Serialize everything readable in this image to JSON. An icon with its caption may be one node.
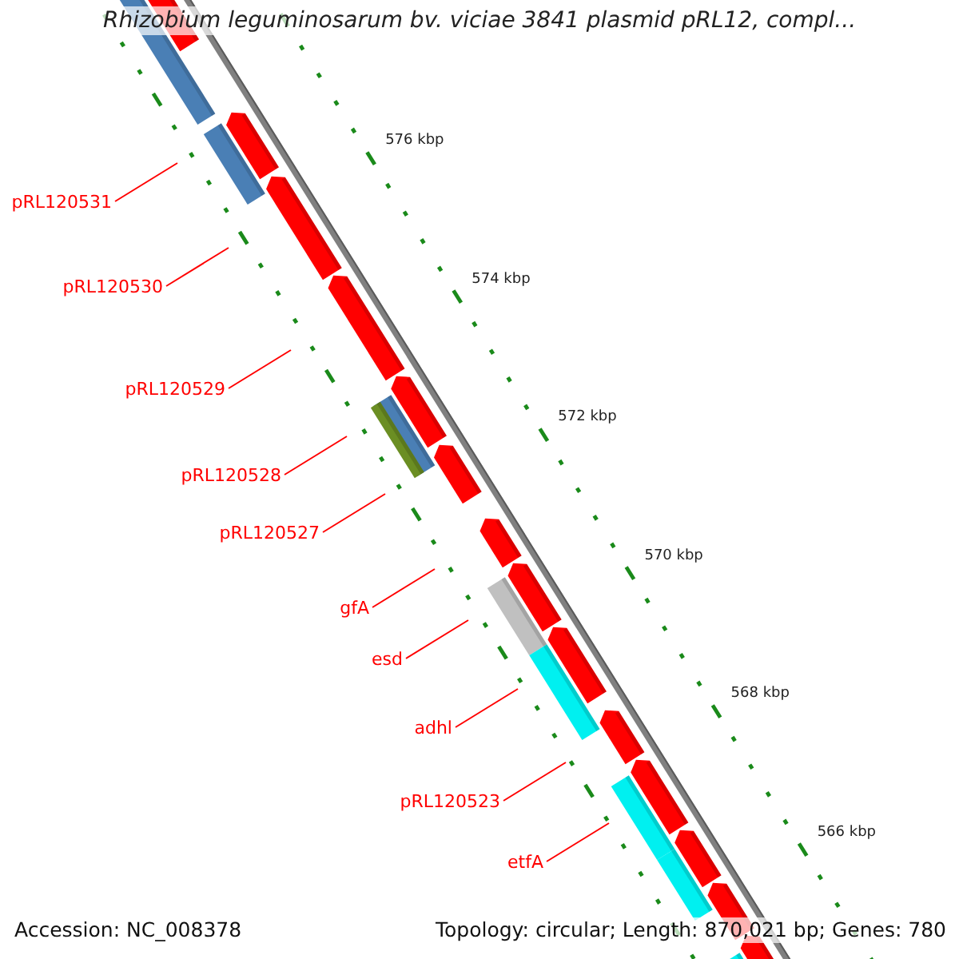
{
  "diagram": {
    "title": "Rhizobium leguminosarum bv. viciae 3841 plasmid pRL12, compl...",
    "nodes": [
      {
        "text": [
          "pRL120531"
        ]
      },
      {
        "text": [
          "pRL120530"
        ]
      },
      {
        "text": [
          "pRL120529"
        ]
      },
      {
        "text": [
          "pRL120528"
        ]
      },
      {
        "text": [
          "pRL120527"
        ]
      },
      {
        "text": [
          "gfA"
        ]
      },
      {
        "text": [
          "esd"
        ]
      },
      {
        "text": [
          "adhl"
        ]
      },
      {
        "text": [
          "pRL120523"
        ]
      },
      {
        "text": [
          "etfA"
        ]
      }
    ],
    "edges": [
      {
        "from": 0,
        "to": null,
        "arrow": "none"
      },
      {
        "from": 1,
        "to": null,
        "arrow": "none"
      },
      {
        "from": 2,
        "to": null,
        "arrow": "none"
      },
      {
        "from": 3,
        "to": null,
        "arrow": "none"
      },
      {
        "from": 4,
        "to": null,
        "arrow": "none"
      },
      {
        "from": 5,
        "to": null,
        "arrow": "none"
      },
      {
        "from": 6,
        "to": null,
        "arrow": "none"
      },
      {
        "from": 7,
        "to": null,
        "arrow": "none"
      },
      {
        "from": 8,
        "to": null,
        "arrow": "none"
      },
      {
        "from": 9,
        "to": null,
        "arrow": "none"
      }
    ],
    "labels": [
      "576 kbp",
      "574 kbp",
      "572 kbp",
      "570 kbp",
      "568 kbp",
      "566 kbp",
      "Accession: NC_008378",
      "Topology: circular; Length: 870,021 bp; Genes: 780"
    ]
  }
}
